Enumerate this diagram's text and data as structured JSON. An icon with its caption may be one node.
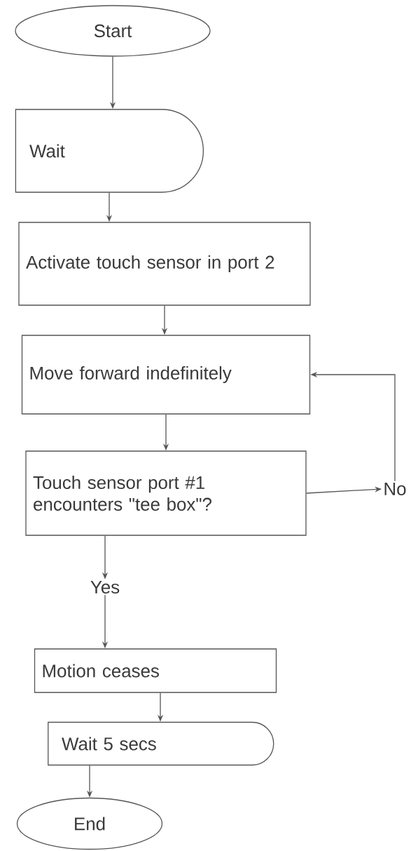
{
  "diagram": {
    "nodes": [
      {
        "text": [
          "Start"
        ]
      },
      {
        "text": [
          "Wait"
        ]
      },
      {
        "text": [
          "Activate touch sensor in port 2"
        ]
      },
      {
        "text": [
          "Move forward indefinitely"
        ]
      },
      {
        "text": [
          "Touch sensor port #1 encounters \"tee box\"?"
        ]
      },
      {
        "text": [
          "No"
        ]
      },
      {
        "text": [
          "Yes"
        ]
      },
      {
        "text": [
          "Motion ceases"
        ]
      },
      {
        "text": [
          "Wait 5 secs"
        ]
      },
      {
        "text": [
          "End"
        ]
      }
    ],
    "edges": [
      {
        "from": 0,
        "to": 1,
        "arrow": "to"
      },
      {
        "from": 1,
        "to": 2,
        "arrow": "to"
      },
      {
        "from": 2,
        "to": 3,
        "arrow": "to"
      },
      {
        "from": 3,
        "to": 4,
        "arrow": "to"
      },
      {
        "from": 4,
        "to": 5,
        "arrow": "to"
      },
      {
        "from": 5,
        "to": 3,
        "arrow": "to"
      },
      {
        "from": 4,
        "to": 6,
        "arrow": "to"
      },
      {
        "from": 6,
        "to": 7,
        "arrow": "to"
      },
      {
        "from": 7,
        "to": 8,
        "arrow": "to"
      },
      {
        "from": 8,
        "to": 9,
        "arrow": "to"
      }
    ]
  }
}
